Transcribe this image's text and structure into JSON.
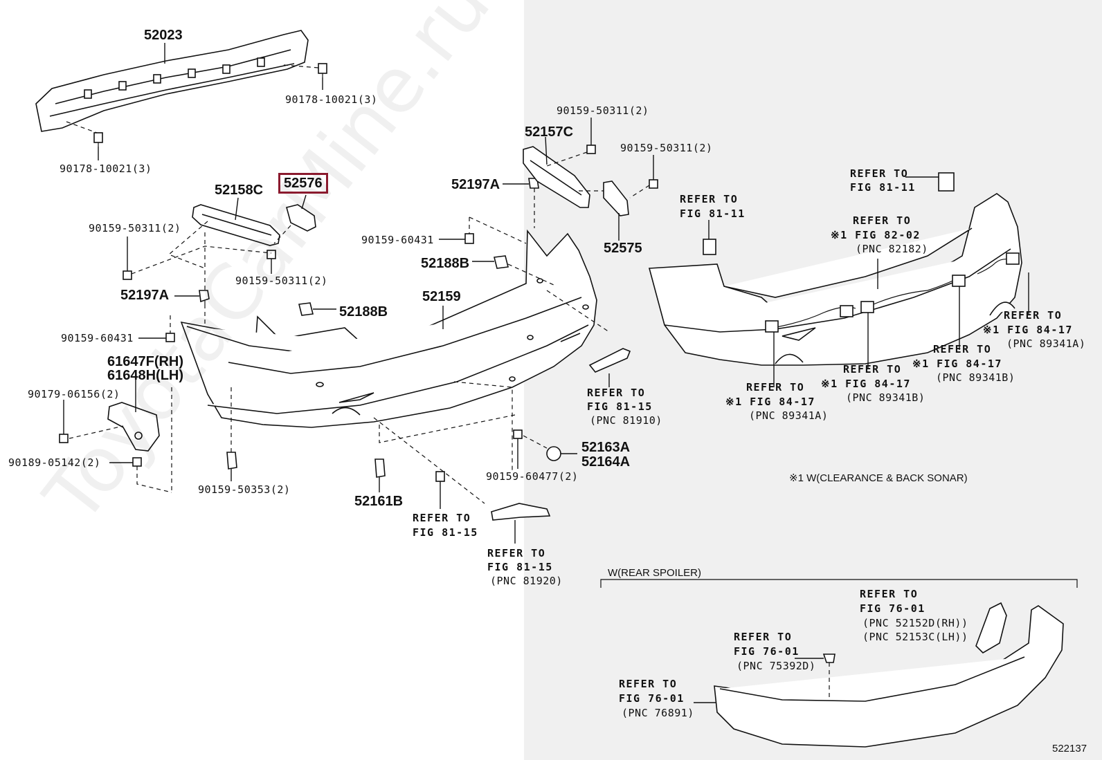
{
  "labels": {
    "p52023": "52023",
    "p9017810021a": "90178-10021(3)",
    "p9017810021b": "90178-10021(3)",
    "p52158c": "52158C",
    "p52576": "52576",
    "p9015950311a": "90159-50311(2)",
    "p9015950311b": "90159-50311(2)",
    "p52197a_left": "52197A",
    "p9015960431_left": "90159-60431",
    "p61647f": "61647F(RH)",
    "p61648h": "61648H(LH)",
    "p9017906156": "90179-06156(2)",
    "p9018905142": "90189-05142(2)",
    "p9015950353": "90159-50353(2)",
    "p52161b": "52161B",
    "p9015960431_top": "90159-60431",
    "p52188b_top": "52188B",
    "p52188b_mid": "52188B",
    "p52159": "52159",
    "p52197a_top": "52197A",
    "p52157c": "52157C",
    "p9015950311c": "90159-50311(2)",
    "p9015950311d": "90159-50311(2)",
    "p52575": "52575",
    "p52163a": "52163A",
    "p52164a": "52164A",
    "p9015960477": "90159-60477(2)",
    "ref_8115_a_1": "REFER TO",
    "ref_8115_a_2": "FIG 81-15",
    "ref_8115_a_3": "(PNC 81910)",
    "ref_8115_b_1": "REFER TO",
    "ref_8115_b_2": "FIG 81-15",
    "ref_8115_c_1": "REFER TO",
    "ref_8115_c_2": "FIG 81-15",
    "ref_8115_c_3": "(PNC 81920)",
    "ref_8111_a_1": "REFER TO",
    "ref_8111_a_2": "FIG 81-11",
    "ref_8111_b_1": "REFER TO",
    "ref_8111_b_2": "FIG 81-11",
    "ref_8202_1": "REFER TO",
    "ref_8202_2": "※1 FIG 82-02",
    "ref_8202_3": "(PNC 82182)",
    "ref_8417_a_1": "REFER TO",
    "ref_8417_a_2": "※1 FIG 84-17",
    "ref_8417_a_3": "(PNC 89341A)",
    "ref_8417_b_1": "REFER TO",
    "ref_8417_b_2": "※1 FIG 84-17",
    "ref_8417_b_3": "(PNC 89341B)",
    "ref_8417_c_1": "REFER TO",
    "ref_8417_c_2": "※1 FIG 84-17",
    "ref_8417_c_3": "(PNC 89341B)",
    "ref_8417_d_1": "REFER TO",
    "ref_8417_d_2": "※1 FIG 84-17",
    "ref_8417_d_3": "(PNC 89341A)",
    "note_sonar": "※1 W(CLEARANCE & BACK SONAR)",
    "note_spoiler": "W(REAR SPOILER)",
    "ref_7601_a_1": "REFER TO",
    "ref_7601_a_2": "FIG 76-01",
    "ref_7601_a_3": "(PNC 52152D(RH))",
    "ref_7601_a_4": "(PNC 52153C(LH))",
    "ref_7601_b_1": "REFER TO",
    "ref_7601_b_2": "FIG 76-01",
    "ref_7601_b_3": "(PNC 75392D)",
    "ref_7601_c_1": "REFER TO",
    "ref_7601_c_2": "FIG 76-01",
    "ref_7601_c_3": "(PNC 76891)",
    "figure_number": "522137"
  },
  "watermark": "ToyotaCarMine.ru",
  "colors": {
    "highlight": "#8b1a2e",
    "panel_background": "#f0f0f0",
    "line": "#111111"
  }
}
